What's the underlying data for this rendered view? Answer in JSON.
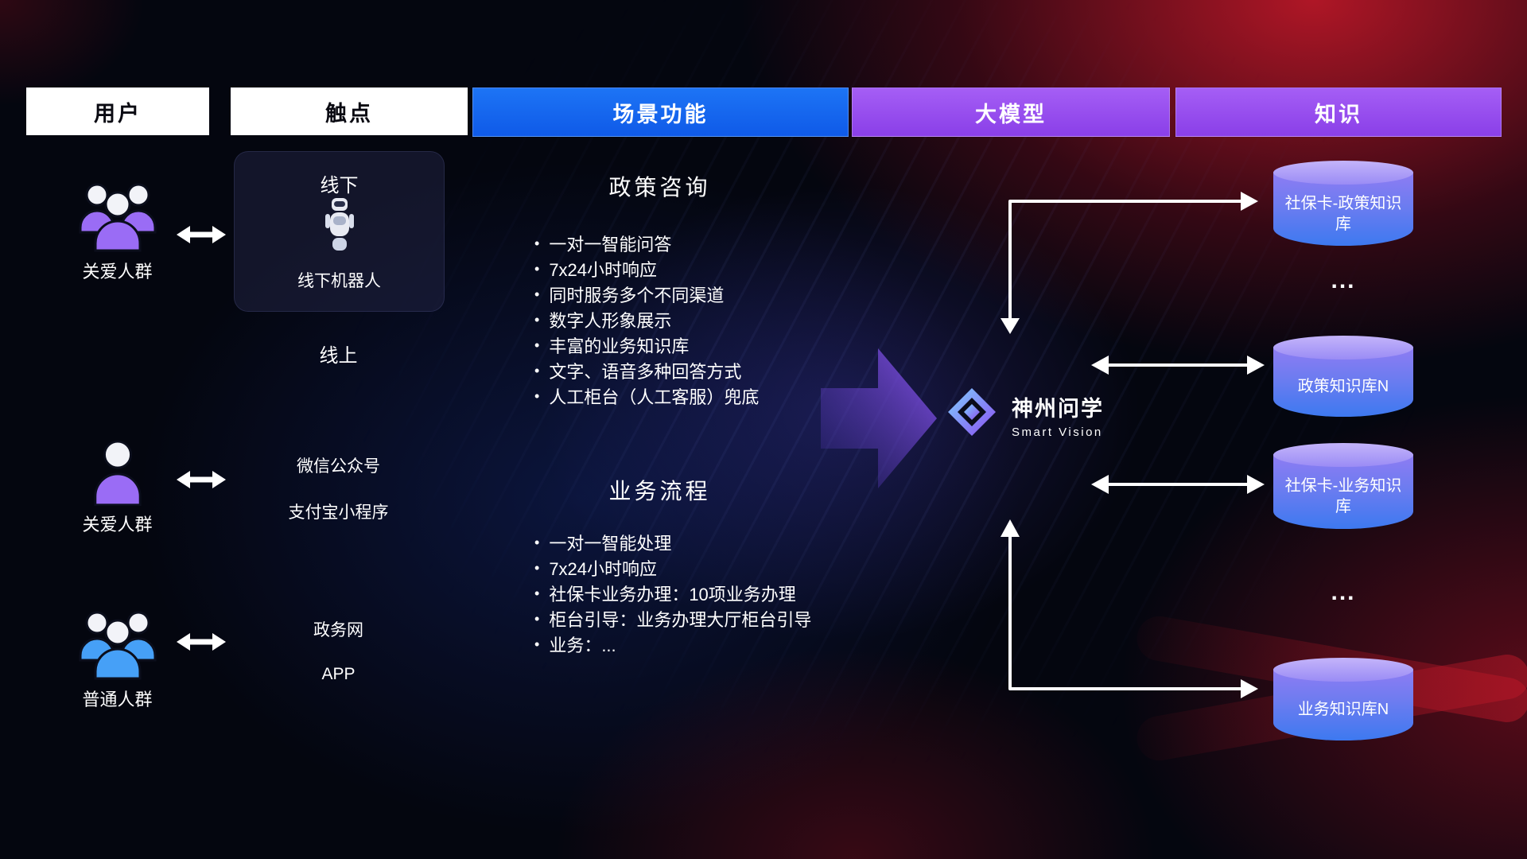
{
  "header": {
    "columns": [
      {
        "label": "用户"
      },
      {
        "label": "触点"
      },
      {
        "label": "场景功能"
      },
      {
        "label": "大模型"
      },
      {
        "label": "知识"
      }
    ]
  },
  "users": {
    "groups": [
      {
        "label": "关爱人群",
        "icon": "people-group-icon",
        "color": "#9a6cf5"
      },
      {
        "label": "关爱人群",
        "icon": "person-icon",
        "color": "#9a6cf5"
      },
      {
        "label": "普通人群",
        "icon": "people-group-icon",
        "color": "#46a0f7"
      }
    ]
  },
  "touchpoints": {
    "offline_title": "线下",
    "robot_label": "线下机器人",
    "online_title": "线上",
    "channels": [
      "微信公众号",
      "支付宝小程序",
      "政务网",
      "APP"
    ]
  },
  "functions": {
    "sections": [
      {
        "title": "政策咨询",
        "items": [
          "一对一智能问答",
          "7x24小时响应",
          "同时服务多个不同渠道",
          "数字人形象展示",
          "丰富的业务知识库",
          "文字、语音多种回答方式",
          "人工柜台（人工客服）兜底"
        ]
      },
      {
        "title": "业务流程",
        "items": [
          "一对一智能处理",
          "7x24小时响应",
          "社保卡业务办理：10项业务办理",
          "柜台引导：业务办理大厅柜台引导",
          "业务：..."
        ]
      }
    ]
  },
  "model": {
    "name": "神州问学",
    "subtitle": "Smart Vision",
    "logo_icon": "diamond-gem-icon"
  },
  "knowledge": {
    "items": [
      {
        "type": "db",
        "label": "社保卡-政策知识库"
      },
      {
        "type": "dots",
        "label": "..."
      },
      {
        "type": "db",
        "label": "政策知识库N"
      },
      {
        "type": "db",
        "label": "社保卡-业务知识库"
      },
      {
        "type": "dots",
        "label": "..."
      },
      {
        "type": "db",
        "label": "业务知识库N"
      }
    ]
  },
  "colors": {
    "header_blue": "#1566f0",
    "header_purple": "#9b52f0",
    "cylinder_purple": "#8f7cf3",
    "cylinder_blue": "#3d79f0",
    "people_purple": "#9a6cf5",
    "people_blue": "#46a0f7",
    "arrow_purple": "#8a55f2",
    "background_red": "#a3101f",
    "white": "#ffffff"
  }
}
